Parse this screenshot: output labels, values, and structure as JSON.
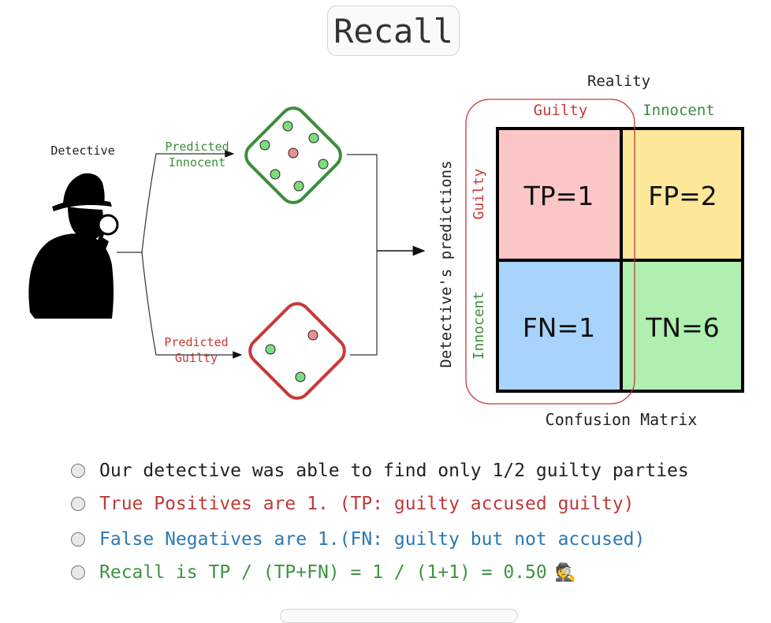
{
  "title": "Recall",
  "detective_label": "Detective",
  "branches": {
    "top_label_line1": "Predicted",
    "top_label_line2": "Innocent",
    "bottom_label_line1": "Predicted",
    "bottom_label_line2": "Guilty"
  },
  "matrix": {
    "reality_label": "Reality",
    "col_guilty": "Guilty",
    "col_innocent": "Innocent",
    "predictions_label": "Detective's predictions",
    "row_guilty": "Guilty",
    "row_innocent": "Innocent",
    "tp": "TP=1",
    "fp": "FP=2",
    "fn": "FN=1",
    "tn": "TN=6",
    "caption": "Confusion Matrix"
  },
  "bullets": [
    {
      "text": "Our detective was able to find only 1/2 guilty parties",
      "color": "#222222"
    },
    {
      "text": "True Positives are 1. (TP: guilty accused guilty)",
      "color": "#c0393b"
    },
    {
      "text": "False Negatives are 1.(FN: guilty but not accused)",
      "color": "#2a79b3"
    },
    {
      "text": "Recall is TP / (TP+FN) = 1 / (1+1) = 0.50",
      "color": "#3c9440"
    }
  ],
  "colors": {
    "red": "#c9383a",
    "green": "#3a8f3d",
    "tp_fill": "#fdc6c6",
    "fp_fill": "#fde89a",
    "fn_fill": "#a8d3fb",
    "tn_fill": "#b0efb0"
  },
  "icons": {
    "detective": "detective-silhouette-icon",
    "spy_emoji": "🕵"
  }
}
